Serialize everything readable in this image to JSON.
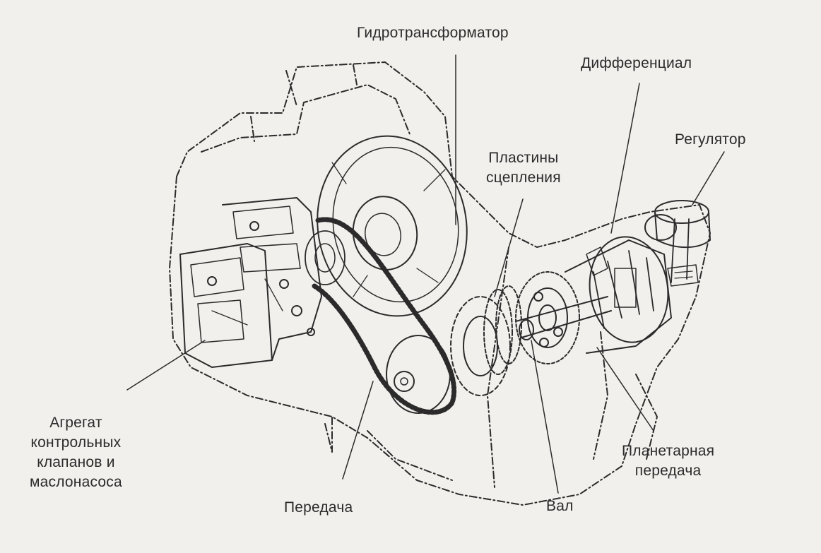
{
  "labels": {
    "torque_converter": "Гидротрансформатор",
    "differential": "Дифференциал",
    "governor": "Регулятор",
    "clutch_plates": [
      "Пластины",
      "сцепления"
    ],
    "valve_body": [
      "Агрегат",
      "контрольных",
      "клапанов и",
      "маслонасоса"
    ],
    "planetary_gear": [
      "Планетарная",
      "передача"
    ],
    "drive_chain": "Передача",
    "shaft": "Вал"
  },
  "colors": {
    "background": "#f2f0ed",
    "ink": "#2b2b2b"
  }
}
